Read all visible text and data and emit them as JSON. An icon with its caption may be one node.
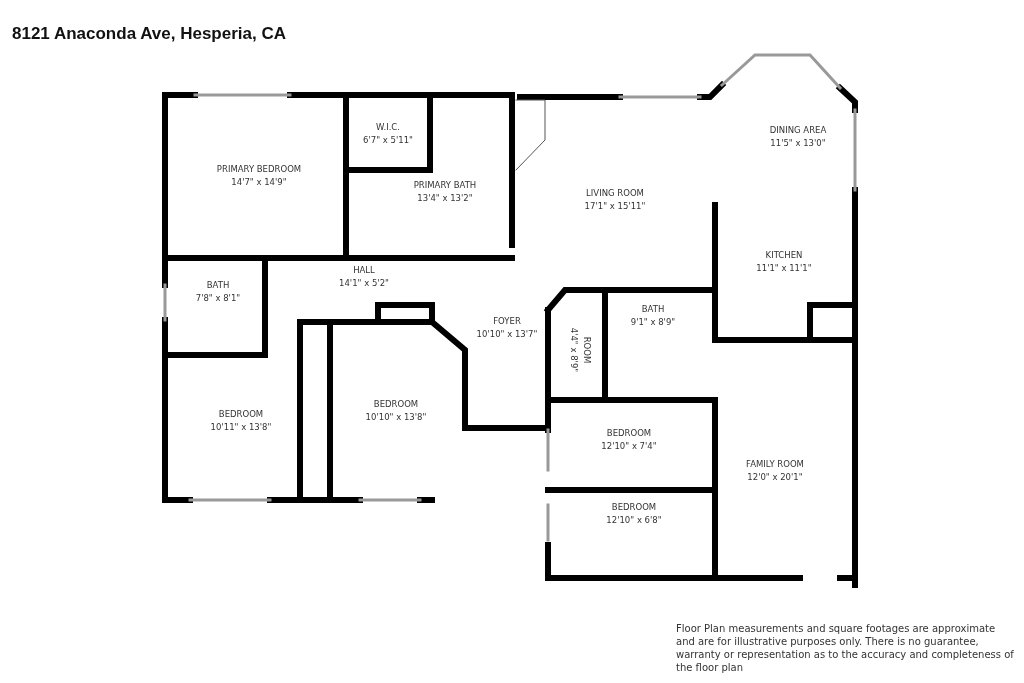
{
  "diagram": {
    "title": "8121 Anaconda Ave, Hesperia, CA",
    "caption": "Floor Plan measurements and square footages are approximate and are for illustrative purposes only. There is no guarantee, warranty or representation as to the accuracy and completeness of the floor plan",
    "nodes": [
      {
        "text": [
          "PRIMARY BEDROOM",
          "14'7\" x 14'9\""
        ]
      },
      {
        "text": [
          "W.I.C.",
          "6'7\" x 5'11\""
        ]
      },
      {
        "text": [
          "PRIMARY BATH",
          "13'4\" x 13'2\""
        ]
      },
      {
        "text": [
          "DINING AREA",
          "11'5\" x 13'0\""
        ]
      },
      {
        "text": [
          "LIVING ROOM",
          "17'1\" x 15'11\""
        ]
      },
      {
        "text": [
          "KITCHEN",
          "11'1\" x 11'1\""
        ]
      },
      {
        "text": [
          "HALL",
          "14'1\" x 5'2\""
        ]
      },
      {
        "text": [
          "BATH",
          "7'8\" x 8'1\""
        ]
      },
      {
        "text": [
          "BATH",
          "9'1\" x 8'9\""
        ]
      },
      {
        "text": [
          "FOYER",
          "10'10\" x 13'7\""
        ]
      },
      {
        "text": [
          "ROOM",
          "4'4\" x 8'9\""
        ]
      },
      {
        "text": [
          "BEDROOM",
          "10'10\" x 13'8\""
        ]
      },
      {
        "text": [
          "BEDROOM",
          "10'11\" x 13'8\""
        ]
      },
      {
        "text": [
          "BEDROOM",
          "12'10\" x 7'4\""
        ]
      },
      {
        "text": [
          "FAMILY ROOM",
          "12'0\" x 20'1\""
        ]
      },
      {
        "text": [
          "BEDROOM",
          "12'10\" x 6'8\""
        ]
      }
    ]
  }
}
